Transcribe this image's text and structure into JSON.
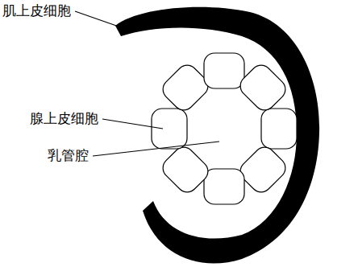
{
  "diagram": {
    "labels": [
      "肌上皮细胞",
      "腺上皮细胞",
      "乳管腔"
    ]
  }
}
